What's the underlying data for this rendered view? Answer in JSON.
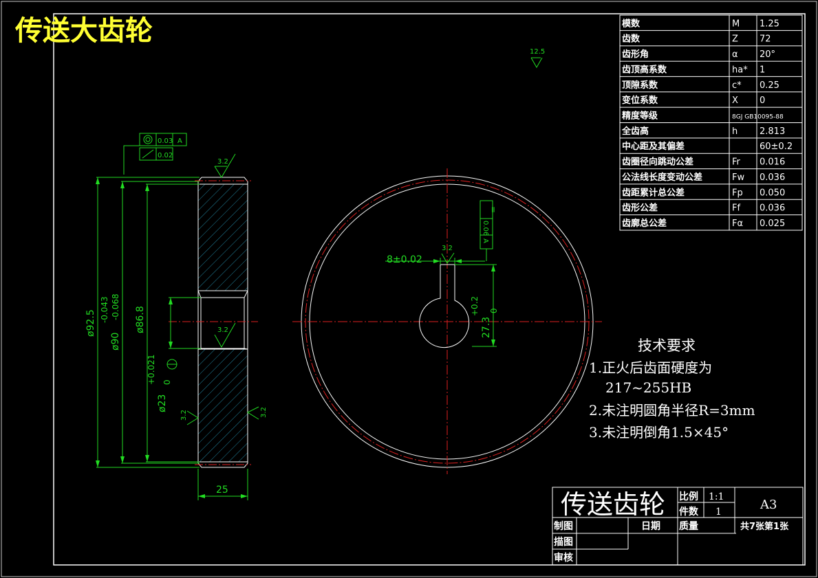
{
  "title": "传送大齿轮",
  "param_table": [
    {
      "name": "模数",
      "symbol": "M",
      "value": "1.25"
    },
    {
      "name": "齿数",
      "symbol": "Z",
      "value": "72"
    },
    {
      "name": "齿形角",
      "symbol": "α",
      "value": "20°"
    },
    {
      "name": "齿顶高系数",
      "symbol": "ha*",
      "value": "1"
    },
    {
      "name": "顶隙系数",
      "symbol": "c*",
      "value": "0.25"
    },
    {
      "name": "变位系数",
      "symbol": "X",
      "value": "0"
    },
    {
      "name": "精度等级",
      "symbol": "",
      "value": "8GJ GB10095-88"
    },
    {
      "name": "全齿高",
      "symbol": "h",
      "value": "2.813"
    },
    {
      "name": "中心距及其偏差",
      "symbol": "",
      "value": "60±0.2"
    },
    {
      "name": "齿圈径向跳动公差",
      "symbol": "Fr",
      "value": "0.016"
    },
    {
      "name": "公法线长度变动公差",
      "symbol": "Fw",
      "value": "0.036"
    },
    {
      "name": "齿距累计总公差",
      "symbol": "Fp",
      "value": "0.050"
    },
    {
      "name": "齿形公差",
      "symbol": "Ff",
      "value": "0.036"
    },
    {
      "name": "齿廓总公差",
      "symbol": "Fα",
      "value": "0.025"
    }
  ],
  "dimensions": {
    "d_tip": "ø92.5",
    "d_root": "ø90",
    "d_root_tol_upper": "-0.043",
    "d_root_tol_lower": "-0.068",
    "d_hub": "ø86.8",
    "d_bore": "ø23",
    "d_bore_tol_upper": "+0.021",
    "d_bore_tol_lower": "0",
    "width": "25",
    "key_width": "8±0.02",
    "key_depth": "27.3",
    "key_depth_tol_upper": "+0.2",
    "key_depth_tol_lower": "0"
  },
  "roughness": {
    "general": "12.5",
    "surface": "3.2"
  },
  "tolerance_frames": {
    "runout_value": "0.03",
    "runout_datum": "A",
    "circular_runout_value": "0.02",
    "key_symmetry_value": "0.06",
    "key_symmetry_datum": "A",
    "key_symbol": "="
  },
  "tech_requirements": {
    "heading": "技术要求",
    "items": [
      "1.正火后齿面硬度为",
      "217~255HB",
      "2.未注明圆角半径R=3mm",
      "3.未注明倒角1.5×45°"
    ]
  },
  "title_block": {
    "part_name": "传送齿轮",
    "scale_label": "比例",
    "scale_value": "1:1",
    "qty_label": "件数",
    "qty_value": "1",
    "sheet_size": "A3",
    "drawn_label": "制图",
    "traced_label": "描图",
    "checked_label": "审核",
    "date_label": "日期",
    "mass_label": "质量",
    "sheet_info": "共7张第1张"
  },
  "colors": {
    "background": "#000000",
    "outline": "#ffffff",
    "dimension": "#22dd22",
    "centerline": "#e02020",
    "hatch": "#2aa6c8",
    "title": "#ffff33"
  }
}
